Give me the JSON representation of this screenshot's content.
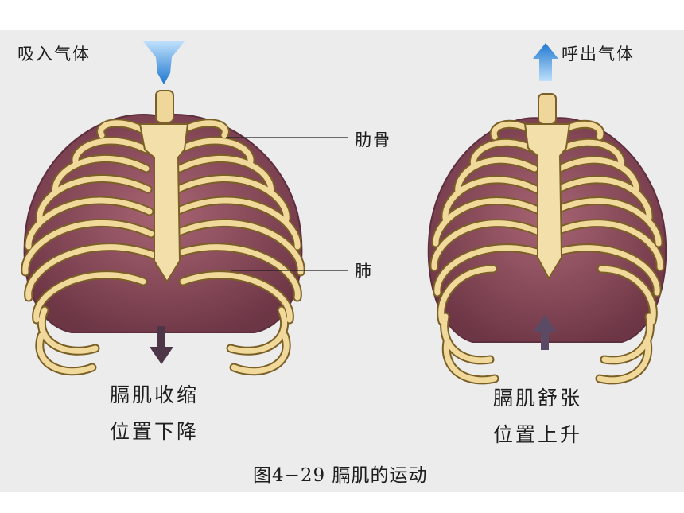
{
  "left": {
    "inhale": "吸入气体",
    "rib_label": "肋骨",
    "lung_label": "肺",
    "diaphragm_state": "膈肌收缩",
    "diaphragm_position": "位置下降"
  },
  "right": {
    "exhale": "呼出气体",
    "diaphragm_state": "膈肌舒张",
    "diaphragm_position": "位置上升"
  },
  "caption": "图4−29  膈肌的运动",
  "colors": {
    "bone": "#f0d99a",
    "bone_outline": "#7a5f26",
    "lung": "#8c4f5c",
    "lung_dark": "#5c2e3e",
    "diaphragm": "#4e2433",
    "airflow": "#2f86d6",
    "arrow_down": "#4e3548",
    "arrow_up": "#5a4a66",
    "background": "#ececec"
  },
  "icons": [
    "air-in-arrow-icon",
    "air-out-arrow-icon",
    "diaphragm-down-arrow-icon",
    "diaphragm-up-arrow-icon"
  ]
}
